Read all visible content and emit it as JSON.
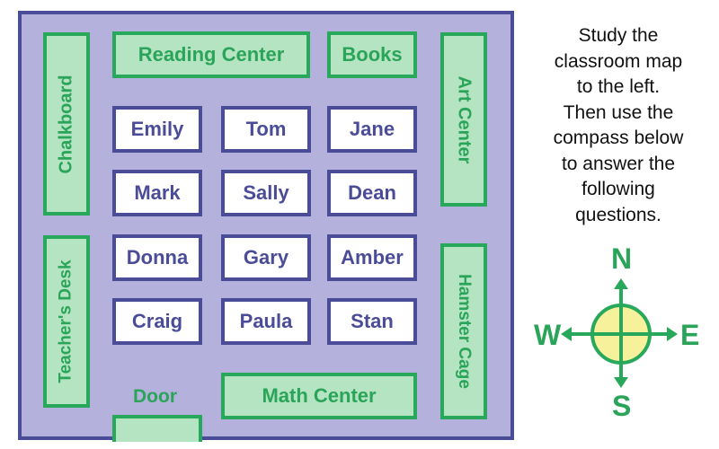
{
  "map": {
    "top": {
      "reading_center": "Reading Center",
      "books": "Books"
    },
    "left": {
      "chalkboard": "Chalkboard",
      "teachers_desk": "Teacher's Desk"
    },
    "right": {
      "art_center": "Art Center",
      "hamster_cage": "Hamster Cage"
    },
    "bottom": {
      "door": "Door",
      "math_center": "Math Center"
    },
    "desks": [
      [
        "Emily",
        "Tom",
        "Jane"
      ],
      [
        "Mark",
        "Sally",
        "Dean"
      ],
      [
        "Donna",
        "Gary",
        "Amber"
      ],
      [
        "Craig",
        "Paula",
        "Stan"
      ]
    ]
  },
  "instructions": "Study the\nclassroom map\nto the left.\nThen use the\ncompass below\nto answer the\nfollowing\nquestions.",
  "compass": {
    "n": "N",
    "s": "S",
    "e": "E",
    "w": "W"
  },
  "colors": {
    "room_fill": "#b4b2dc",
    "room_border": "#4b4c98",
    "station_fill": "#b5e4c3",
    "station_border": "#27a85a",
    "compass_fill": "#f7f19b"
  }
}
